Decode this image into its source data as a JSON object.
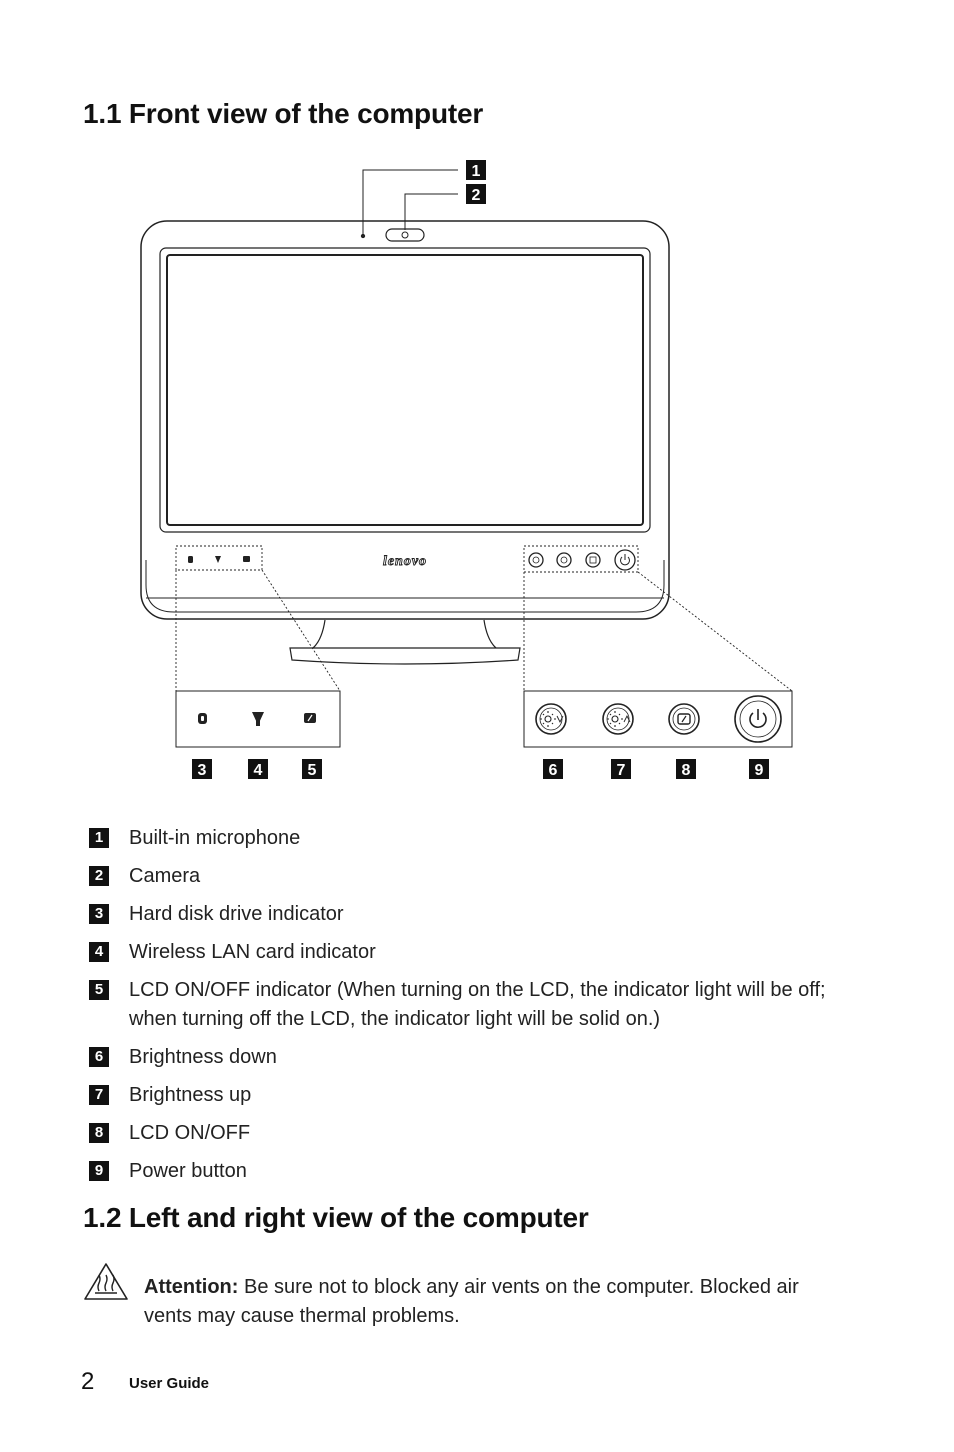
{
  "section_1": {
    "title": "1.1 Front view of the computer"
  },
  "figure": {
    "brand_logo_text": "lenovo",
    "callouts": [
      "1",
      "2",
      "3",
      "4",
      "5",
      "6",
      "7",
      "8",
      "9"
    ],
    "icons": {
      "hdd_indicator": "hard-disk-icon",
      "wlan_indicator": "wireless-icon",
      "lcd_indicator": "lcd-icon",
      "brightness_down": "brightness-down-icon",
      "brightness_up": "brightness-up-icon",
      "lcd_onoff": "lcd-onoff-icon",
      "power": "power-icon"
    }
  },
  "legend": [
    {
      "num": "1",
      "text": "Built-in microphone"
    },
    {
      "num": "2",
      "text": "Camera"
    },
    {
      "num": "3",
      "text": "Hard disk drive indicator"
    },
    {
      "num": "4",
      "text": "Wireless LAN card indicator"
    },
    {
      "num": "5",
      "text": "LCD ON/OFF indicator (When turning on the LCD, the indicator light will be off; when turning off the LCD, the indicator light will be solid on.)"
    },
    {
      "num": "6",
      "text": "Brightness down"
    },
    {
      "num": "7",
      "text": "Brightness up"
    },
    {
      "num": "8",
      "text": "LCD ON/OFF"
    },
    {
      "num": "9",
      "text": "Power button"
    }
  ],
  "section_2": {
    "title": "1.2 Left and right view of the computer"
  },
  "attention": {
    "icon": "hot-surface-warning-icon",
    "label": "Attention:",
    "text": " Be sure not to block any air vents on the computer. Blocked air vents may cause thermal problems."
  },
  "footer": {
    "page_number": "2",
    "label": "User Guide"
  }
}
